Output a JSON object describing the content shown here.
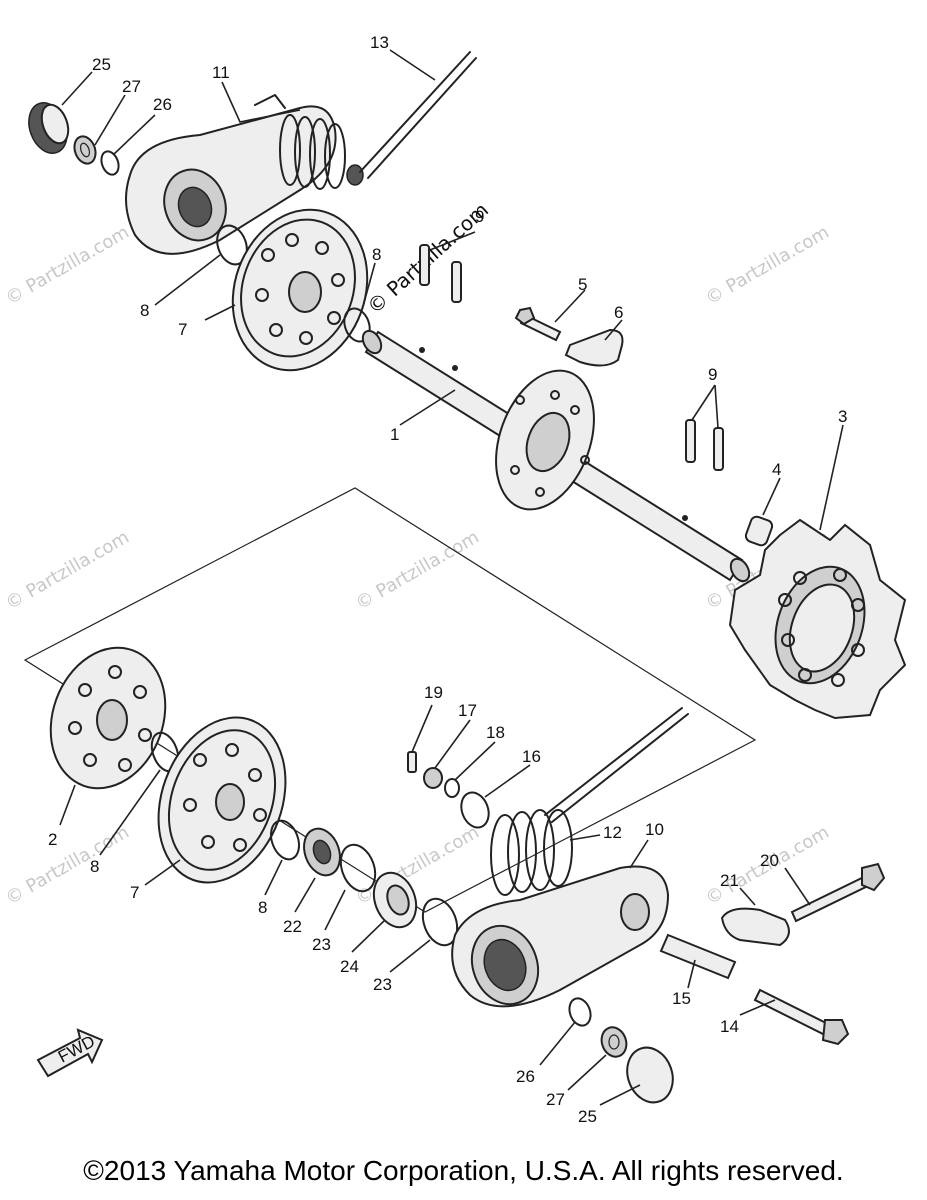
{
  "copyright": "©2013  Yamaha Motor Corporation, U.S.A. All rights reserved.",
  "watermark": "© Partzilla.com",
  "fwd_label": "FWD",
  "callouts": [
    {
      "id": "c25a",
      "label": "25"
    },
    {
      "id": "c27a",
      "label": "27"
    },
    {
      "id": "c26a",
      "label": "26"
    },
    {
      "id": "c11",
      "label": "11"
    },
    {
      "id": "c13",
      "label": "13"
    },
    {
      "id": "c9a",
      "label": "9"
    },
    {
      "id": "c8a",
      "label": "8"
    },
    {
      "id": "c8b",
      "label": "8"
    },
    {
      "id": "c7a",
      "label": "7"
    },
    {
      "id": "c5",
      "label": "5"
    },
    {
      "id": "c6",
      "label": "6"
    },
    {
      "id": "c1",
      "label": "1"
    },
    {
      "id": "c9b",
      "label": "9"
    },
    {
      "id": "c3",
      "label": "3"
    },
    {
      "id": "c4",
      "label": "4"
    },
    {
      "id": "c19",
      "label": "19"
    },
    {
      "id": "c17",
      "label": "17"
    },
    {
      "id": "c18",
      "label": "18"
    },
    {
      "id": "c16",
      "label": "16"
    },
    {
      "id": "c12",
      "label": "12"
    },
    {
      "id": "c10",
      "label": "10"
    },
    {
      "id": "c2",
      "label": "2"
    },
    {
      "id": "c8c",
      "label": "8"
    },
    {
      "id": "c7b",
      "label": "7"
    },
    {
      "id": "c8d",
      "label": "8"
    },
    {
      "id": "c22",
      "label": "22"
    },
    {
      "id": "c23a",
      "label": "23"
    },
    {
      "id": "c24",
      "label": "24"
    },
    {
      "id": "c23b",
      "label": "23"
    },
    {
      "id": "c20",
      "label": "20"
    },
    {
      "id": "c21",
      "label": "21"
    },
    {
      "id": "c15",
      "label": "15"
    },
    {
      "id": "c14",
      "label": "14"
    },
    {
      "id": "c26b",
      "label": "26"
    },
    {
      "id": "c27b",
      "label": "27"
    },
    {
      "id": "c25b",
      "label": "25"
    }
  ]
}
